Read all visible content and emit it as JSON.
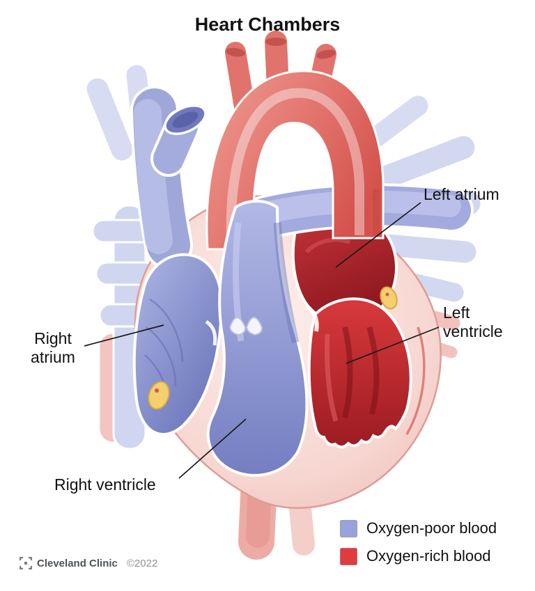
{
  "title": "Heart Chambers",
  "diagram": {
    "labels": {
      "left_atrium": "Left atrium",
      "left_ventricle": "Left ventricle",
      "right_atrium": "Right atrium",
      "right_ventricle": "Right ventricle"
    }
  },
  "legend": {
    "items": [
      {
        "label": "Oxygen-poor blood",
        "color": "#9aa2db"
      },
      {
        "label": "Oxygen-rich blood",
        "color": "#e23b3d"
      }
    ]
  },
  "footer": {
    "brand": "Cleveland Clinic",
    "copyright": "©2022"
  },
  "colors": {
    "oxygen_poor_blood": "#9aa2db",
    "oxygen_rich_blood": "#e23b3d",
    "heart_wall": "#f5cdc9",
    "aorta": "#dd6a63"
  }
}
